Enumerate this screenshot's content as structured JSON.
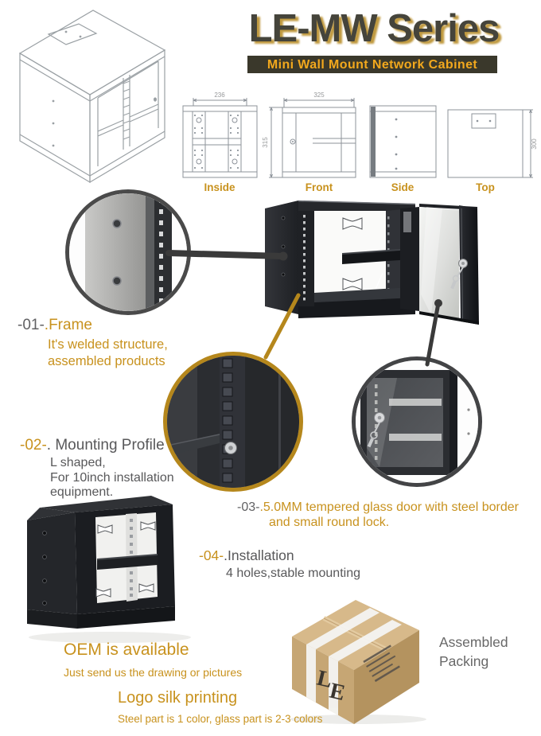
{
  "header": {
    "title": "LE-MW Series",
    "subtitle": "Mini Wall Mount Network Cabinet"
  },
  "views": {
    "inside": {
      "label": "Inside",
      "dim_width": "236"
    },
    "front": {
      "label": "Front",
      "dim_width": "325",
      "dim_height": "315"
    },
    "side": {
      "label": "Side"
    },
    "top": {
      "label": "Top",
      "dim_depth": "300"
    }
  },
  "features": [
    {
      "num": "-01-",
      "title": ".Frame",
      "lines": [
        "It's welded structure,",
        "assembled products"
      ]
    },
    {
      "num": "-02-",
      "title": ". Mounting Profile",
      "lines": [
        "L shaped,",
        "For 10inch installation",
        "equipment."
      ]
    },
    {
      "num": "-03-",
      "title": ".5.0MM tempered glass door with steel border",
      "lines": [
        "and small round lock."
      ]
    },
    {
      "num": "-04-",
      "title": ".Installation",
      "lines": [
        "4 holes,stable mounting"
      ]
    }
  ],
  "footer": {
    "oem_title": "OEM is available",
    "oem_sub": "Just send us the drawing or pictures",
    "logo_title": "Logo silk printing",
    "logo_sub": "Steel part is 1 color, glass part is 2-3 colors",
    "packing": [
      "Assembled",
      "Packing"
    ],
    "box_logo": "LE"
  },
  "colors": {
    "gold": "#c8921e",
    "gold-bright": "#f2a81d",
    "gold-line": "#b5871c",
    "title": "#45443b",
    "title-shadow": "#c09a40",
    "bar-bg": "#3a382b",
    "gray-text": "#58585a",
    "packing-gray": "#686868"
  }
}
